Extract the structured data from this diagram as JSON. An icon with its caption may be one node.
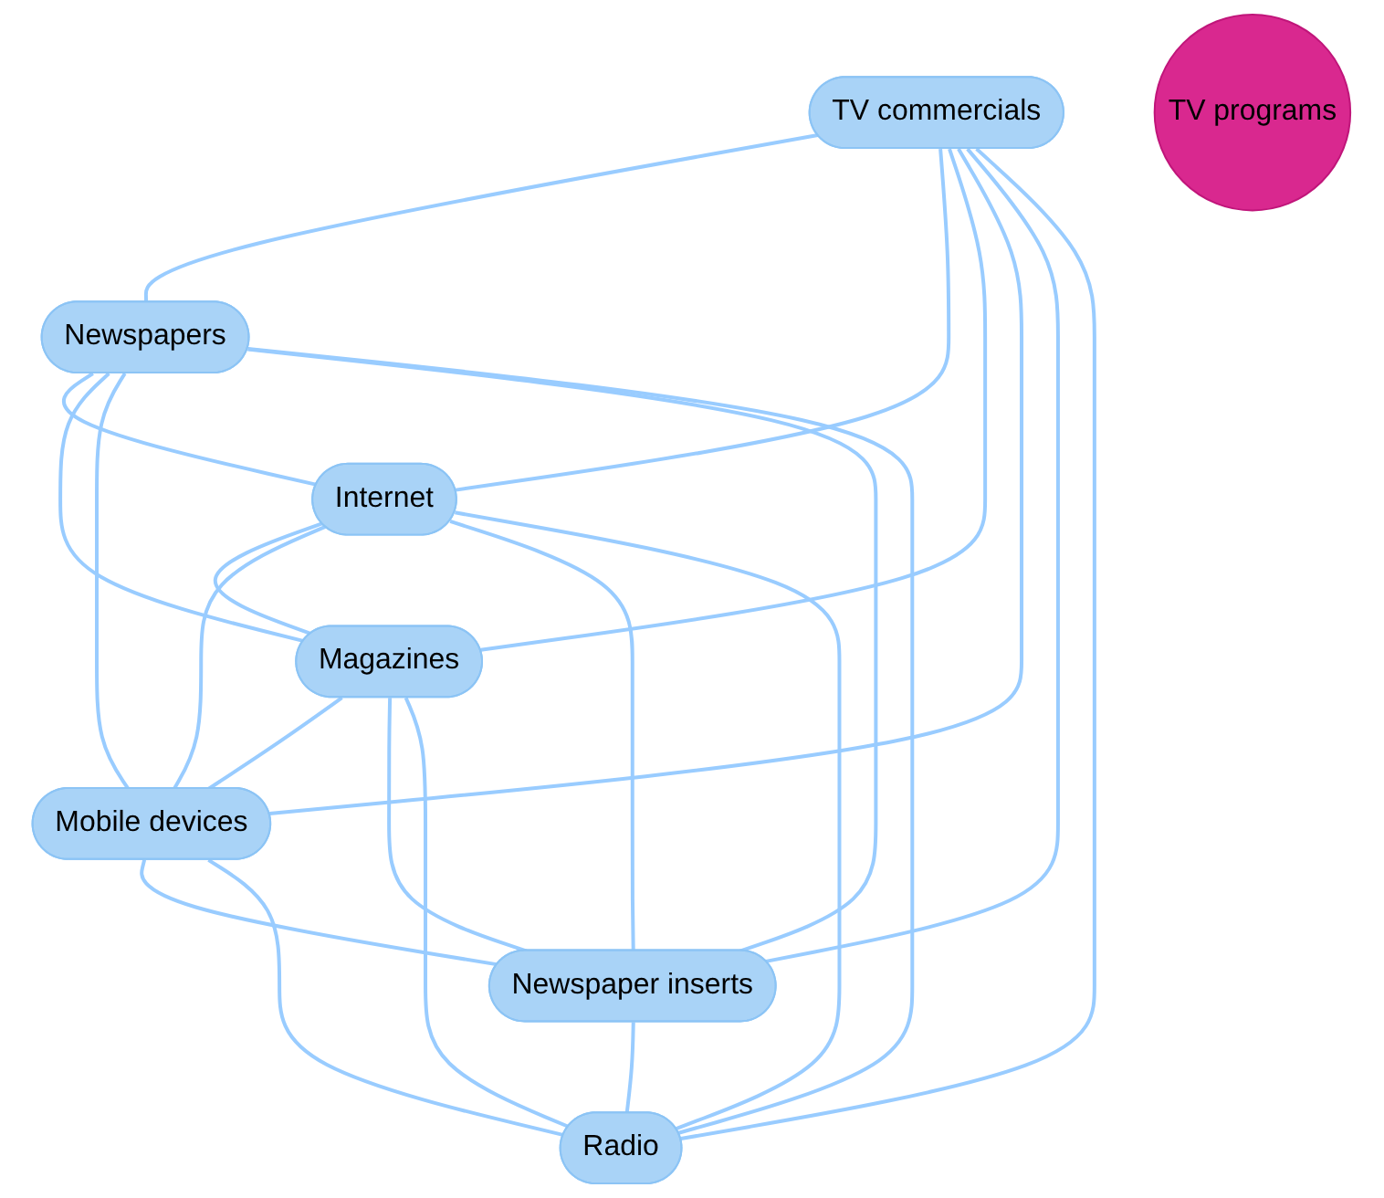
{
  "diagram": {
    "nodes": [
      {
        "text": [
          "TV commercials"
        ]
      },
      {
        "text": [
          "Newspapers"
        ]
      },
      {
        "text": [
          "Internet"
        ]
      },
      {
        "text": [
          "TV programs"
        ]
      },
      {
        "text": [
          "Magazines"
        ]
      },
      {
        "text": [
          "Mobile devices"
        ]
      },
      {
        "text": [
          "Newspaper inserts"
        ]
      },
      {
        "text": [
          "Radio"
        ]
      }
    ],
    "edges": [
      {
        "from": 0,
        "to": 1,
        "arrow": "none"
      },
      {
        "from": 0,
        "to": 2,
        "arrow": "none"
      },
      {
        "from": 0,
        "to": 4,
        "arrow": "none"
      },
      {
        "from": 0,
        "to": 5,
        "arrow": "none"
      },
      {
        "from": 0,
        "to": 6,
        "arrow": "none"
      },
      {
        "from": 0,
        "to": 7,
        "arrow": "none"
      },
      {
        "from": 1,
        "to": 2,
        "arrow": "none"
      },
      {
        "from": 1,
        "to": 4,
        "arrow": "none"
      },
      {
        "from": 1,
        "to": 5,
        "arrow": "none"
      },
      {
        "from": 1,
        "to": 6,
        "arrow": "none"
      },
      {
        "from": 1,
        "to": 7,
        "arrow": "none"
      },
      {
        "from": 2,
        "to": 4,
        "arrow": "none"
      },
      {
        "from": 2,
        "to": 5,
        "arrow": "none"
      },
      {
        "from": 2,
        "to": 6,
        "arrow": "none"
      },
      {
        "from": 2,
        "to": 7,
        "arrow": "none"
      },
      {
        "from": 4,
        "to": 5,
        "arrow": "none"
      },
      {
        "from": 4,
        "to": 6,
        "arrow": "none"
      },
      {
        "from": 4,
        "to": 7,
        "arrow": "none"
      },
      {
        "from": 5,
        "to": 6,
        "arrow": "none"
      },
      {
        "from": 5,
        "to": 7,
        "arrow": "none"
      },
      {
        "from": 6,
        "to": 7,
        "arrow": "none"
      }
    ]
  }
}
